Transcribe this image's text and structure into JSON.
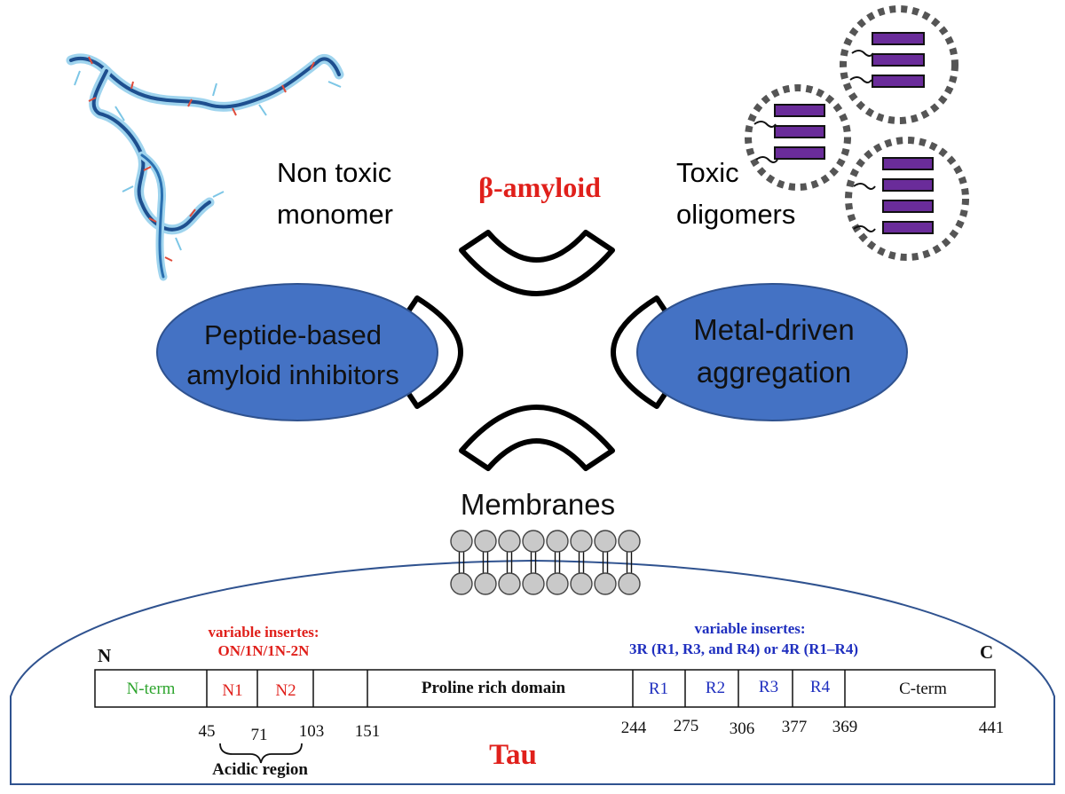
{
  "top": {
    "monomer_label_line1": "Non toxic",
    "monomer_label_line2": "monomer",
    "title": "β-amyloid",
    "oligomer_label_line1": "Toxic",
    "oligomer_label_line2": "oligomers",
    "left_ellipse_line1": "Peptide-based",
    "left_ellipse_line2": "amyloid inhibitors",
    "right_ellipse_line1": "Metal-driven",
    "right_ellipse_line2": "aggregation",
    "membranes_label": "Membranes"
  },
  "tau": {
    "n_label": "N",
    "c_label": "C",
    "red_inserts_line1": "variable insertes:",
    "red_inserts_line2": "ON/1N/1N-2N",
    "blue_inserts_line1": "variable insertes:",
    "blue_inserts_line2": "3R (R1, R3, and R4) or 4R (R1–R4)",
    "segments": {
      "nterm": "N-term",
      "n1": "N1",
      "n2": "N2",
      "proline": "Proline rich domain",
      "r1": "R1",
      "r2": "R2",
      "r3": "R3",
      "r4": "R4",
      "cterm": "C-term"
    },
    "positions": [
      "45",
      "71",
      "103",
      "151",
      "244",
      "275",
      "306",
      "377",
      "369",
      "441"
    ],
    "acidic_region": "Acidic region",
    "title": "Tau"
  },
  "colors": {
    "title_red": "#e0201b",
    "ellipse_blue": "#4472c4",
    "insert_blue": "#1f2fbf",
    "nterm_green": "#2ea52e",
    "oligomer_purple": "#6a2c9a"
  }
}
